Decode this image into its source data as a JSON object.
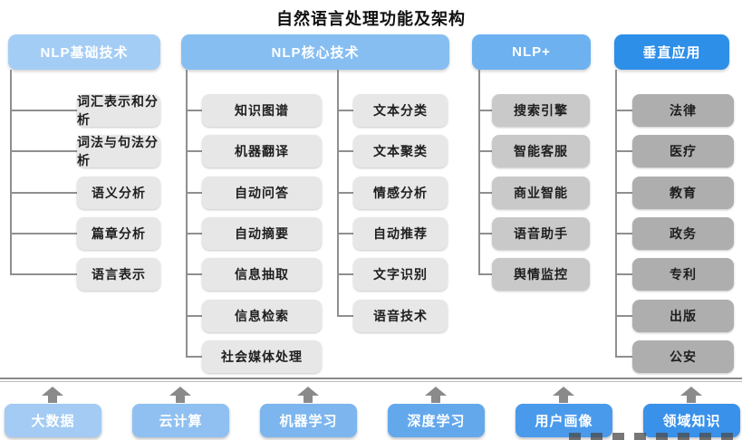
{
  "title": "自然语言处理功能及架构",
  "connector_color": "#8f8f8f",
  "tree": {
    "columns": [
      {
        "header": "NLP基础技术",
        "header_color": "#a4cdf5",
        "item_color": "#e7e7e7",
        "items": [
          "词汇表示和分析",
          "词法与句法分析",
          "语义分析",
          "篇章分析",
          "语言表示"
        ]
      },
      {
        "header": "NLP核心技术",
        "header_color": "#87bef2",
        "item_color": "#e7e7e7",
        "items_left": [
          "知识图谱",
          "机器翻译",
          "自动问答",
          "自动摘要",
          "信息抽取",
          "信息检索",
          "社会媒体处理"
        ],
        "items_right": [
          "文本分类",
          "文本聚类",
          "情感分析",
          "自动推荐",
          "文字识别",
          "语音技术"
        ]
      },
      {
        "header": "NLP+",
        "header_color": "#6db1f0",
        "item_color": "#c9c9c9",
        "items": [
          "搜索引擎",
          "智能客服",
          "商业智能",
          "语音助手",
          "舆情监控"
        ]
      },
      {
        "header": "垂直应用",
        "header_color": "#2e8fe9",
        "item_color": "#aeaeae",
        "items": [
          "法律",
          "医疗",
          "教育",
          "政务",
          "专利",
          "出版",
          "公安"
        ]
      }
    ]
  },
  "foundation": {
    "items": [
      {
        "label": "大数据",
        "color": "#a3cbf4"
      },
      {
        "label": "云计算",
        "color": "#8fc0f1"
      },
      {
        "label": "机器学习",
        "color": "#7db5ee"
      },
      {
        "label": "深度学习",
        "color": "#64a8ec"
      },
      {
        "label": "用户画像",
        "color": "#4a9aec"
      },
      {
        "label": "领域知识",
        "color": "#3991e9"
      }
    ]
  }
}
